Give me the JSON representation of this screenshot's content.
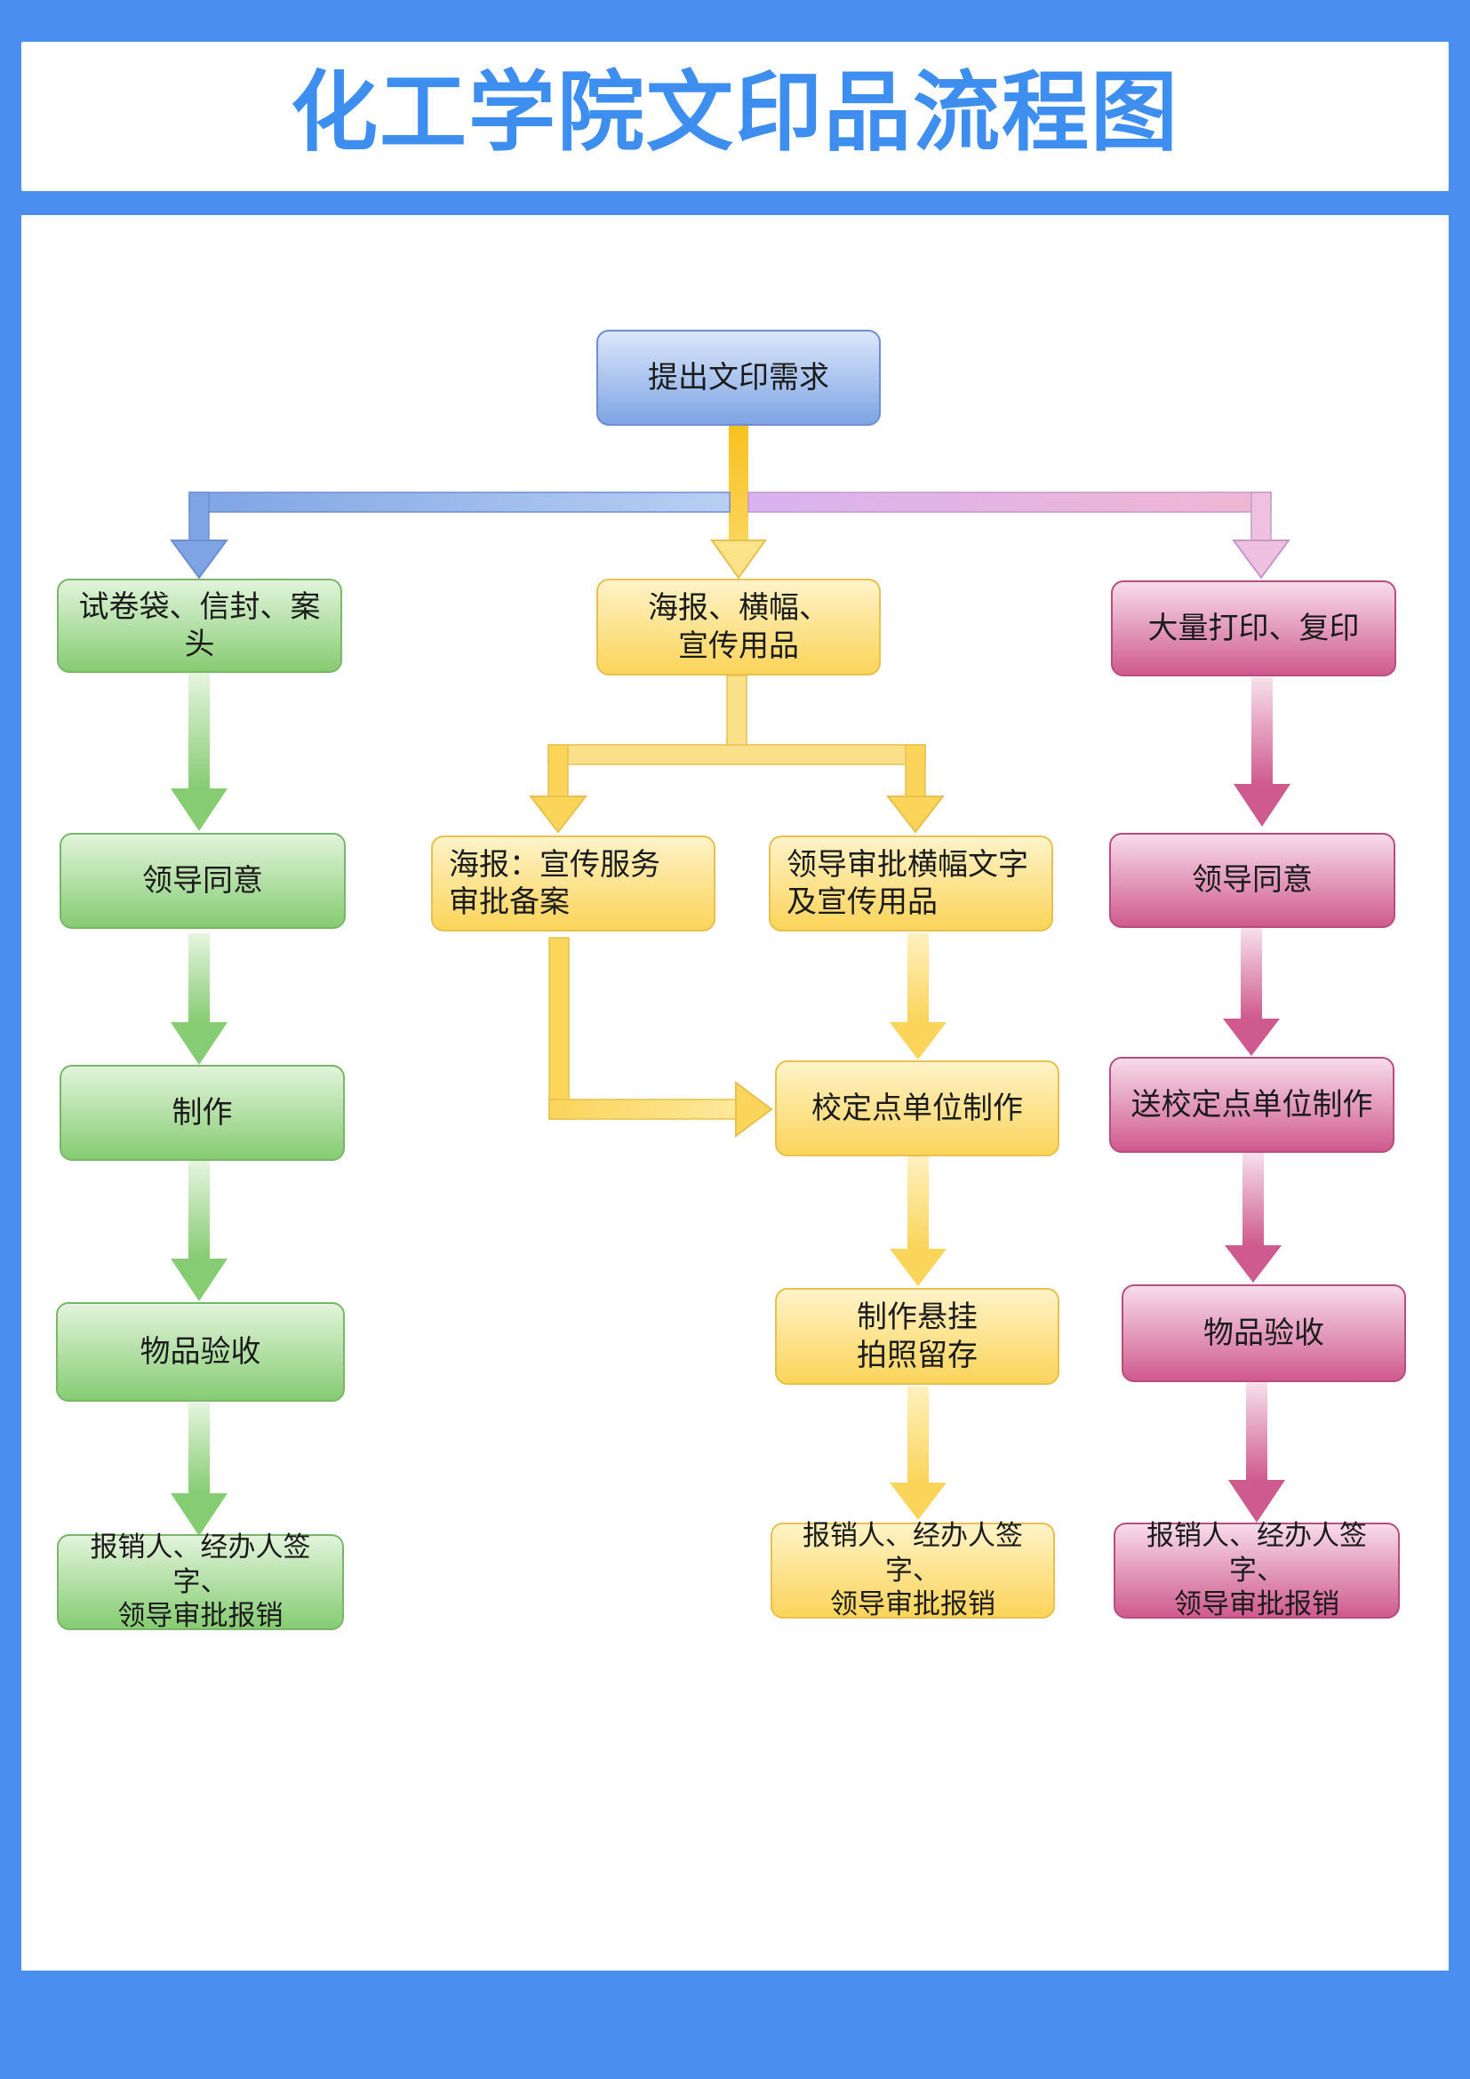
{
  "title": "化工学院文印品流程图",
  "colors": {
    "frame": "#4a8ff0",
    "title_text": "#3e8ef0",
    "start": "#7ea4e4",
    "green_branch": "#86cc73",
    "yellow_branch": "#fbd45a",
    "pink_branch": "#cf5a8f"
  },
  "nodes": {
    "start": "提出文印需求",
    "green_1": "试卷袋、信封、案头",
    "green_2": "领导同意",
    "green_3": "制作",
    "green_4": "物品验收",
    "green_5": "报销人、经办人签字、\n领导审批报销",
    "yellow_1": "海报、横幅、\n宣传用品",
    "yellow_poster": "海报：宣传服务\n审批备案",
    "yellow_banner": "领导审批横幅文字\n及宣传用品",
    "yellow_2": "校定点单位制作",
    "yellow_3": "制作悬挂\n拍照留存",
    "yellow_4": "报销人、经办人签字、\n领导审批报销",
    "pink_1": "大量打印、复印",
    "pink_2": "领导同意",
    "pink_3": "送校定点单位制作",
    "pink_4": "物品验收",
    "pink_5": "报销人、经办人签字、\n领导审批报销"
  }
}
